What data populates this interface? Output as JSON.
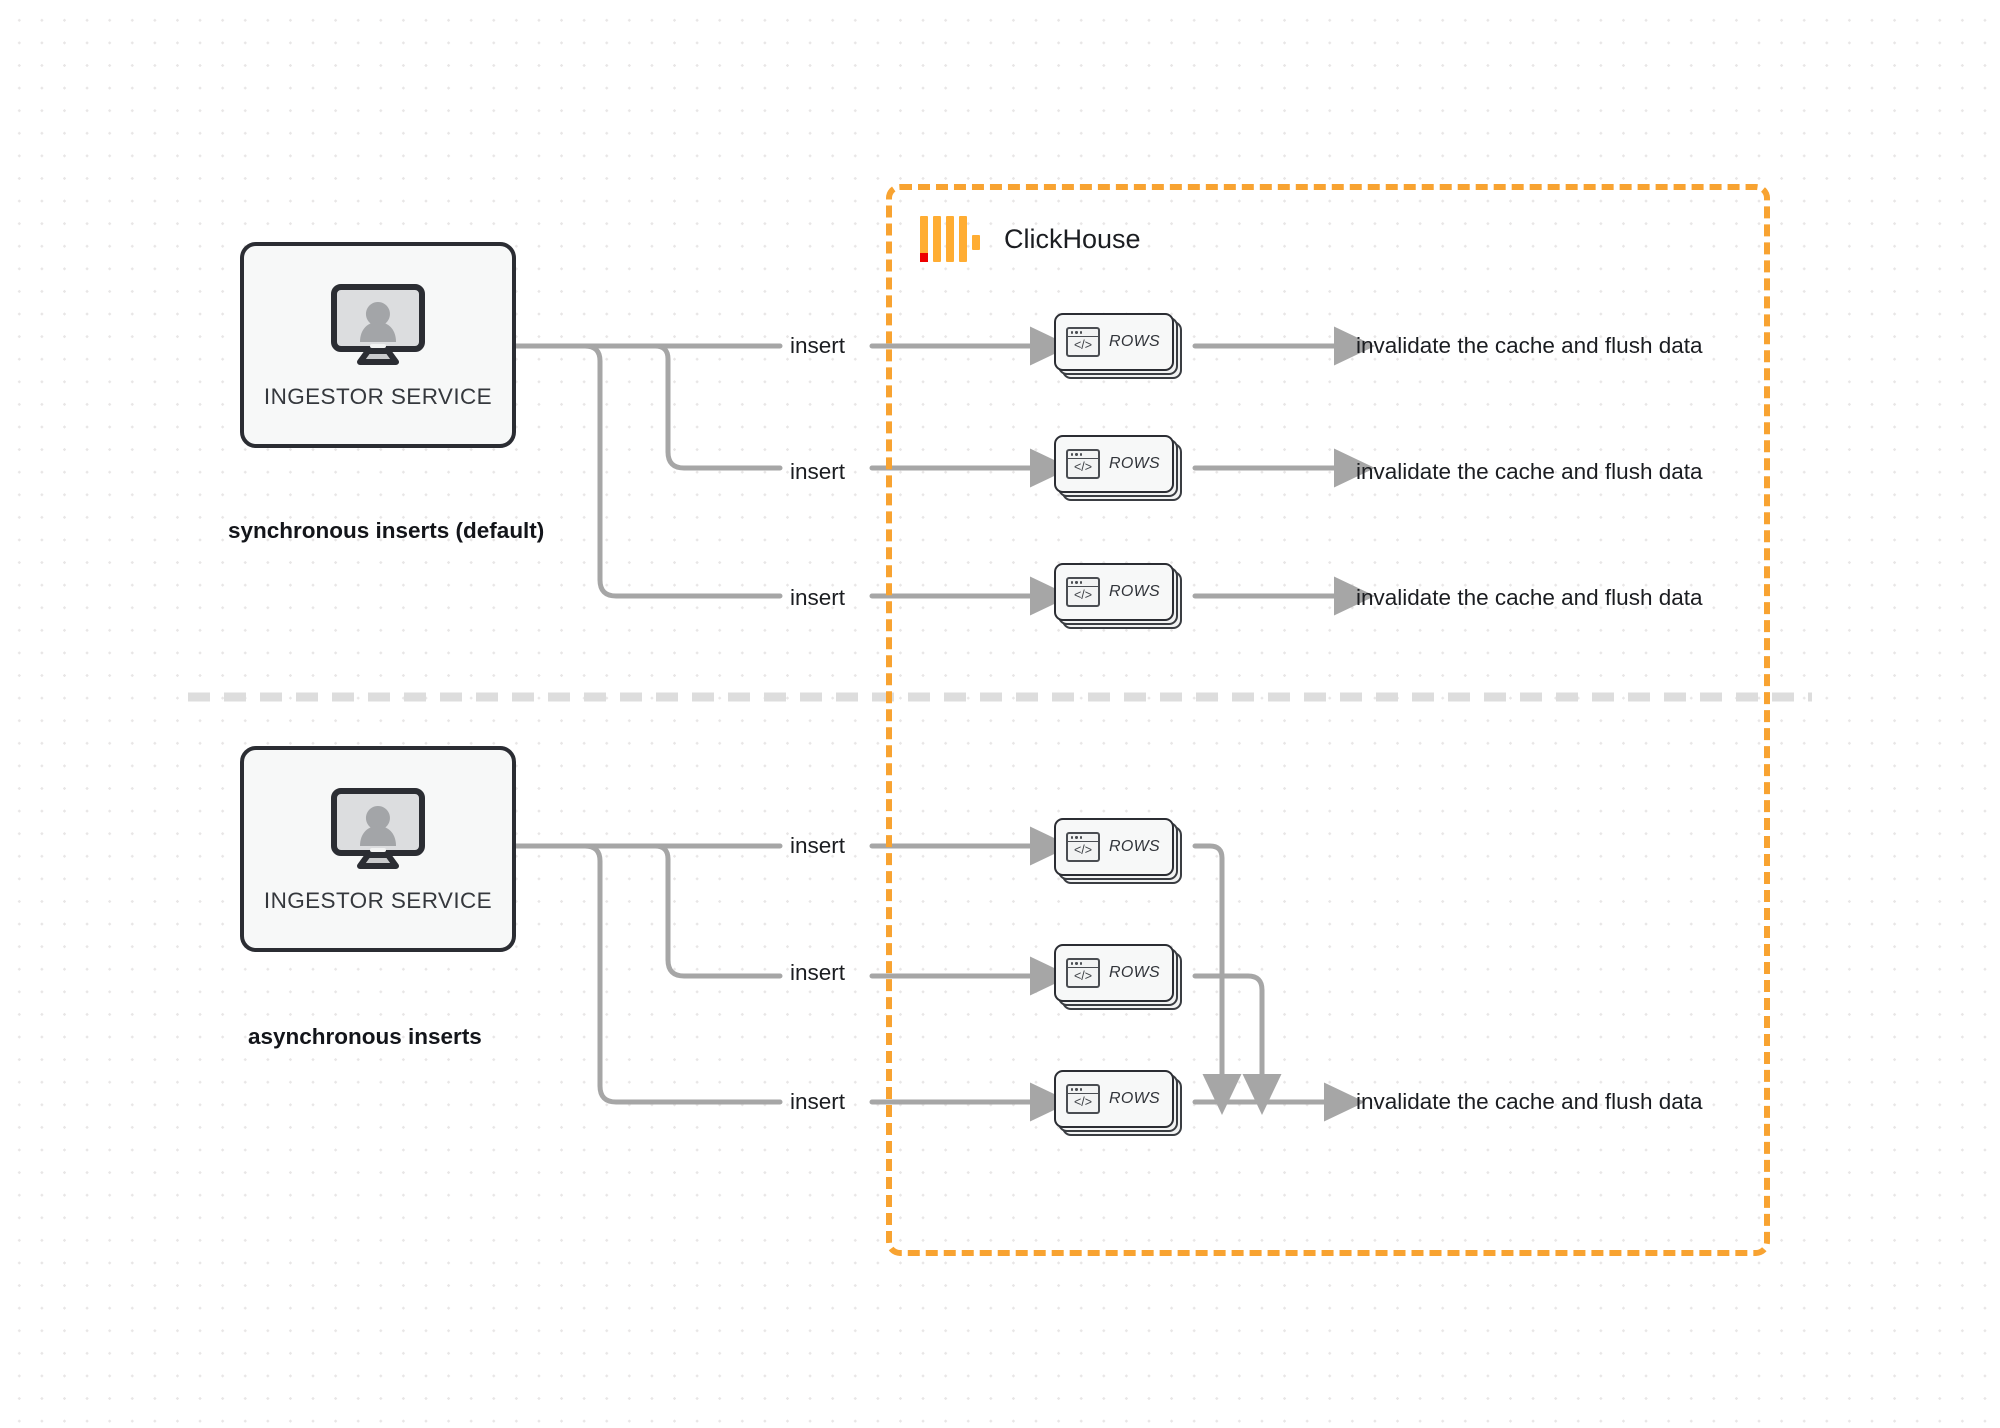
{
  "diagram": {
    "title": "ClickHouse synchronous vs asynchronous inserts",
    "background": "dot-grid"
  },
  "colors": {
    "boundary_orange": "#f8a331",
    "logo_orange": "#ffad33",
    "logo_red": "#ee0000",
    "edge_gray": "#a6a6a6",
    "node_border": "#2b2d33",
    "node_fill": "#f7f8f8",
    "text_dark": "#1b1d21",
    "separator_gray": "#dcdcdc"
  },
  "clickhouse": {
    "brand_name": "ClickHouse",
    "logo_icon": "clickhouse-logo-icon"
  },
  "sections": [
    {
      "id": "synchronous",
      "caption": "synchronous inserts (default)",
      "service": {
        "label": "INGESTOR SERVICE",
        "icon": "monitor-user-icon"
      },
      "rows": [
        {
          "insert_label": "insert",
          "card_label": "ROWS",
          "card_icon": "code-window-icon",
          "result_label": "invalidate the cache and flush data"
        },
        {
          "insert_label": "insert",
          "card_label": "ROWS",
          "card_icon": "code-window-icon",
          "result_label": "invalidate the cache and flush data"
        },
        {
          "insert_label": "insert",
          "card_label": "ROWS",
          "card_icon": "code-window-icon",
          "result_label": "invalidate the cache and flush data"
        }
      ]
    },
    {
      "id": "asynchronous",
      "caption": "asynchronous inserts",
      "service": {
        "label": "INGESTOR SERVICE",
        "icon": "monitor-user-icon"
      },
      "rows": [
        {
          "insert_label": "insert",
          "card_label": "ROWS",
          "card_icon": "code-window-icon",
          "result_label": ""
        },
        {
          "insert_label": "insert",
          "card_label": "ROWS",
          "card_icon": "code-window-icon",
          "result_label": ""
        },
        {
          "insert_label": "insert",
          "card_label": "ROWS",
          "card_icon": "code-window-icon",
          "result_label": "invalidate the cache and flush data"
        }
      ]
    }
  ]
}
